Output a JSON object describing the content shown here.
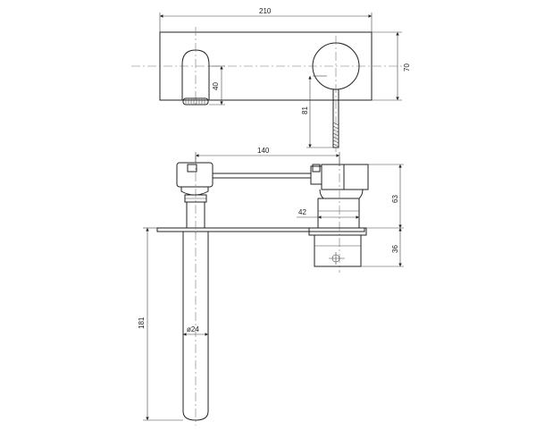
{
  "colors": {
    "line": "#222222",
    "background": "#ffffff"
  },
  "dimensions": {
    "top_width": "210",
    "top_height": "70",
    "spout_offset": "40",
    "lever_length": "81",
    "reach": "140",
    "body_diameter": "42",
    "upper_height": "63",
    "lower_height": "36",
    "spout_drop": "181",
    "spout_diameter": "ø24"
  }
}
